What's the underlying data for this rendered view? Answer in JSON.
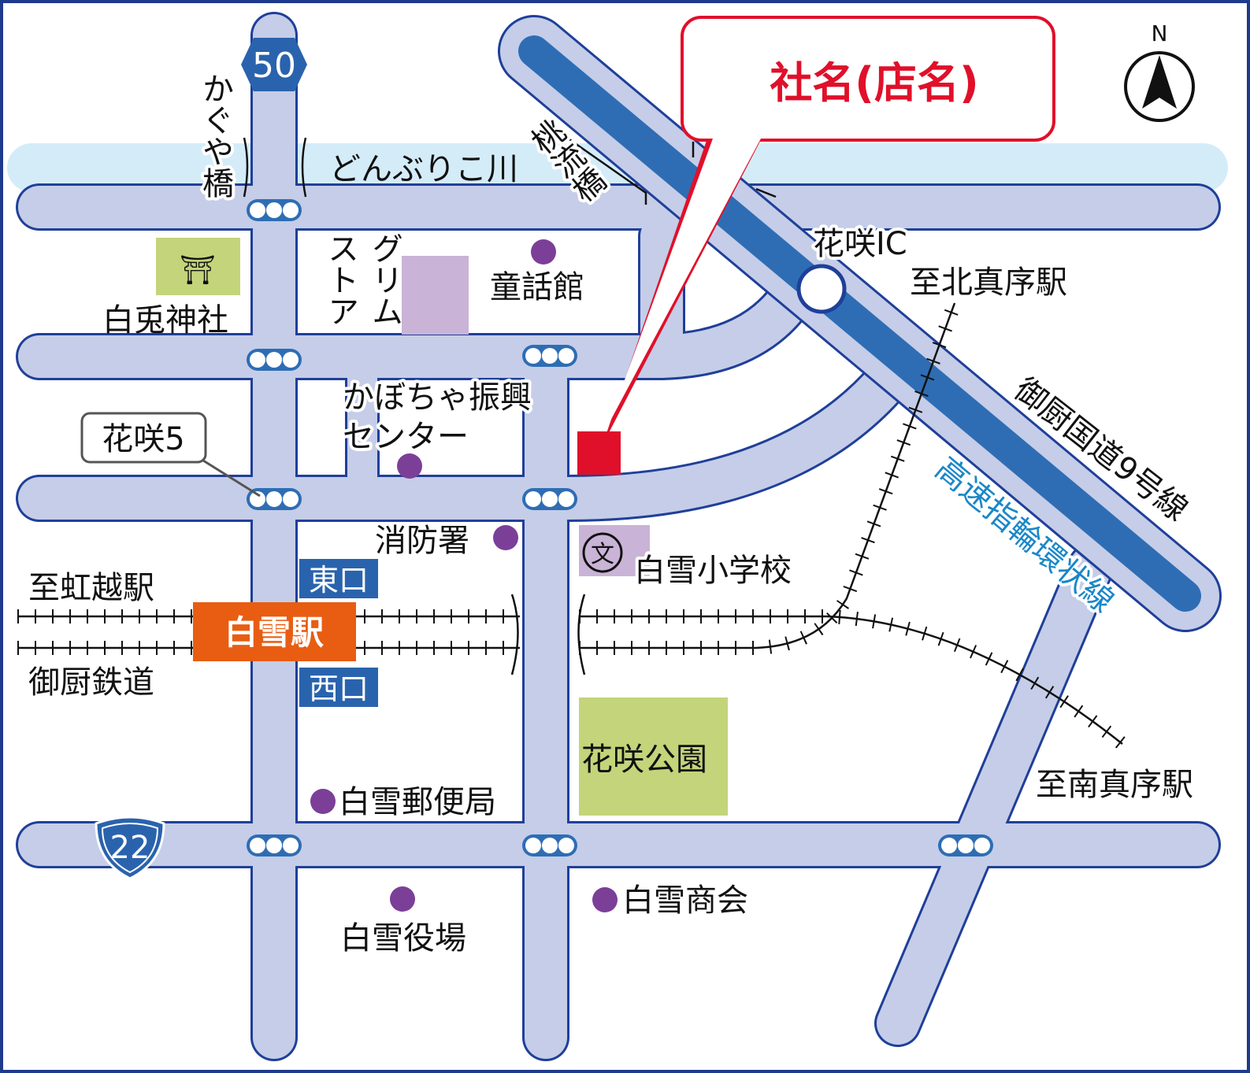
{
  "company": {
    "name": "社名(店名)",
    "color": "#e0102a"
  },
  "north": "N",
  "routes": {
    "national_road": "50",
    "prefectural_road": "22"
  },
  "river": "どんぶりこ川",
  "bridges": {
    "kaguya": "かぐや橋",
    "momoryu": "桃流橋"
  },
  "interchange": "花咲IC",
  "highways": {
    "expressway": "高速指輪環状線",
    "national": "御厨国道9号線"
  },
  "railway": {
    "name": "御厨鉄道",
    "station": "白雪駅",
    "east_exit": "東口",
    "west_exit": "西口"
  },
  "directions": {
    "west": "至虹越駅",
    "north": "至北真序駅",
    "south": "至南真序駅"
  },
  "intersection": "花咲5",
  "landmarks": {
    "shrine": "白兎神社",
    "shrine_symbol": "⛩",
    "store_line1": "グリム",
    "store_line2": "ストア",
    "museum": "童話館",
    "center_line1": "かぼちゃ振興",
    "center_line2": "センター",
    "fire": "消防署",
    "school": "白雪小学校",
    "school_symbol": "文",
    "park": "花咲公園",
    "post": "白雪郵便局",
    "town_hall": "白雪役場",
    "shop_assoc": "白雪商会"
  },
  "colors": {
    "road": "#c5cde8",
    "road_edge": "#1f3f99",
    "highway": "#2e6db4",
    "river": "#d4ecf8",
    "green": "#c4d47a",
    "purple_area": "#c9b3d6",
    "poi_dot": "#7b3f98",
    "station": "#e85d12",
    "exit": "#2a63ad",
    "expressway_text": "#1a87c8"
  }
}
